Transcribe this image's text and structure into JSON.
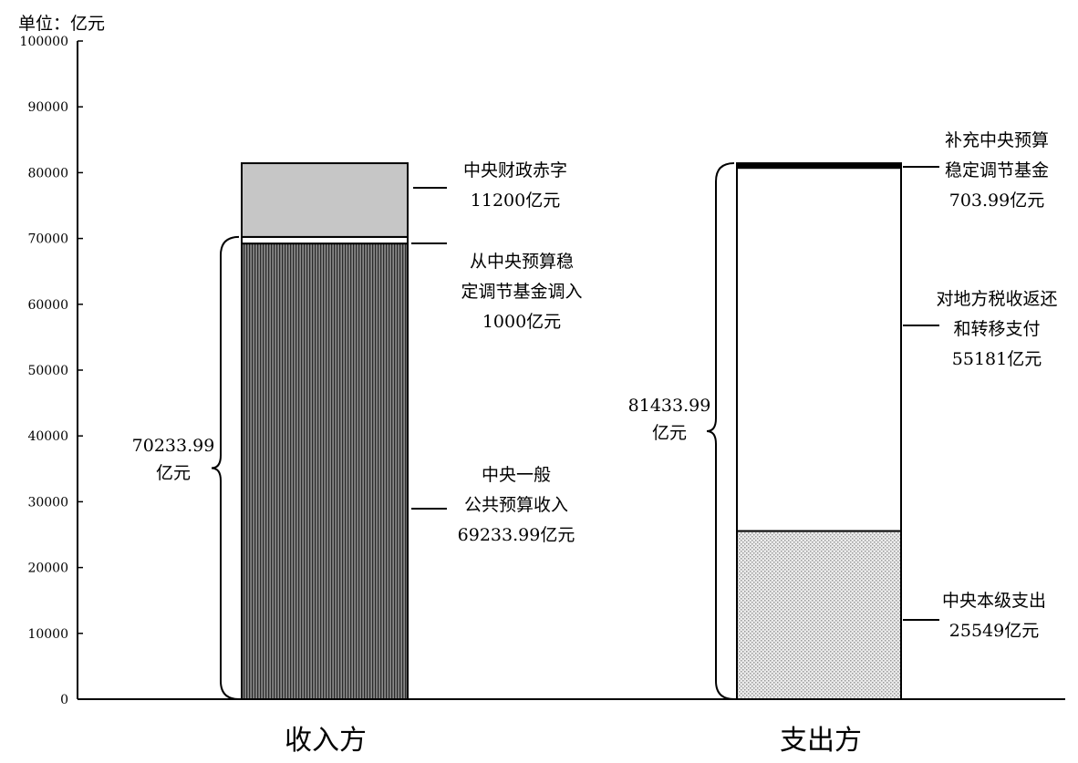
{
  "chart_data": {
    "type": "bar",
    "stacked": true,
    "unit_label": "单位：亿元",
    "ylim": [
      0,
      100000
    ],
    "yticks": [
      "0",
      "10000",
      "20000",
      "30000",
      "40000",
      "50000",
      "60000",
      "70000",
      "80000",
      "90000",
      "100000"
    ],
    "categories": [
      "收入方",
      "支出方"
    ],
    "series": [
      {
        "category": "收入方",
        "segments": [
          {
            "key": "rev_general",
            "value": 69233.99,
            "label_lines": [
              "中央一般",
              "公共预算收入",
              "69233.99亿元"
            ],
            "fill": "#7a7a7a",
            "pattern": "vertical-lines"
          },
          {
            "key": "rev_transfer",
            "value": 1000,
            "label_lines": [
              "从中央预算稳",
              "定调节基金调入",
              "1000亿元"
            ],
            "fill": "#ffffff",
            "pattern": "none"
          },
          {
            "key": "rev_deficit",
            "value": 11200,
            "label_lines": [
              "中央财政赤字",
              "11200亿元"
            ],
            "fill": "#c6c6c6",
            "pattern": "none"
          }
        ]
      },
      {
        "category": "支出方",
        "segments": [
          {
            "key": "exp_central",
            "value": 25549,
            "label_lines": [
              "中央本级支出",
              "25549亿元"
            ],
            "fill": "#e0e0e0",
            "pattern": "dots"
          },
          {
            "key": "exp_transfer",
            "value": 55181,
            "label_lines": [
              "对地方税收返还",
              "和转移支付",
              "55181亿元"
            ],
            "fill": "#ffffff",
            "pattern": "none"
          },
          {
            "key": "exp_fund",
            "value": 703.99,
            "label_lines": [
              "补充中央预算",
              "稳定调节基金",
              "703.99亿元"
            ],
            "fill": "#000000",
            "pattern": "none"
          }
        ]
      }
    ],
    "braces": [
      {
        "category": "收入方",
        "from": 0,
        "to": 70233.99,
        "label_lines": [
          "70233.99",
          "亿元"
        ]
      },
      {
        "category": "支出方",
        "from": 0,
        "to": 81433.99,
        "label_lines": [
          "81433.99",
          "亿元"
        ]
      }
    ]
  }
}
